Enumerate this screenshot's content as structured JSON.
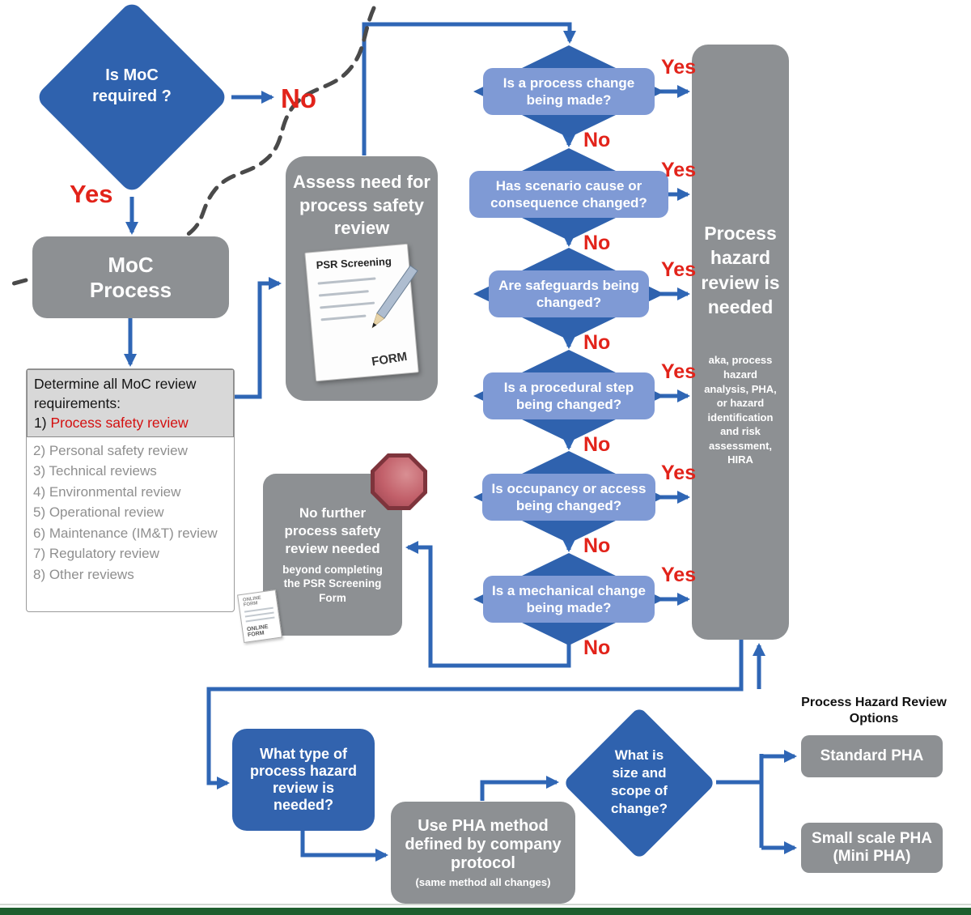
{
  "colors": {
    "diamond_blue": "#2f62ae",
    "pill_blue": "#7f9ad5",
    "box_gray": "#8d9093",
    "arrow_blue": "#2f66b5",
    "label_red": "#e2231a",
    "octagon_red": "#c2606a",
    "footer_green": "#1e5e2e"
  },
  "start": {
    "question": "Is MoC required ?",
    "yes": "Yes",
    "no": "No"
  },
  "moc_process": {
    "label": "MoC Process"
  },
  "requirements": {
    "header": "Determine all MoC review requirements:",
    "first_item_prefix": "1)",
    "first_item_label": "Process safety review",
    "items": [
      "2) Personal safety review",
      "3) Technical reviews",
      "4) Environmental review",
      "5) Operational review",
      "6) Maintenance (IM&T) review",
      "7) Regulatory review",
      "8) Other reviews"
    ]
  },
  "assess": {
    "title": "Assess need for process safety review",
    "form_title": "PSR Screening",
    "form_footer": "FORM"
  },
  "questions": [
    {
      "label": "Is a process change being made?",
      "yes": "Yes",
      "no": "No"
    },
    {
      "label": "Has scenario cause or consequence changed?",
      "yes": "Yes",
      "no": "No"
    },
    {
      "label": "Are safeguards being changed?",
      "yes": "Yes",
      "no": "No"
    },
    {
      "label": "Is a procedural step being changed?",
      "yes": "Yes",
      "no": "No"
    },
    {
      "label": "Is occupancy or access being changed?",
      "yes": "Yes",
      "no": "No"
    },
    {
      "label": "Is a mechanical change being made?",
      "yes": "Yes",
      "no": "No"
    }
  ],
  "result": {
    "title": "Process hazard review is needed",
    "subtitle": "aka, process hazard analysis, PHA, or hazard identification and risk assessment, HIRA"
  },
  "no_further": {
    "title": "No further process safety review needed",
    "subtitle": "beyond completing the PSR Screening Form",
    "form_caption": "ONLINE FORM"
  },
  "bottom": {
    "what_type": "What type of process hazard review is needed?",
    "use_pha_title": "Use PHA method defined by company protocol",
    "use_pha_note": "(same method all changes)",
    "size_scope": "What is size and scope of change?",
    "options_heading": "Process Hazard Review Options",
    "standard_pha": "Standard PHA",
    "mini_pha": "Small scale PHA (Mini PHA)"
  }
}
